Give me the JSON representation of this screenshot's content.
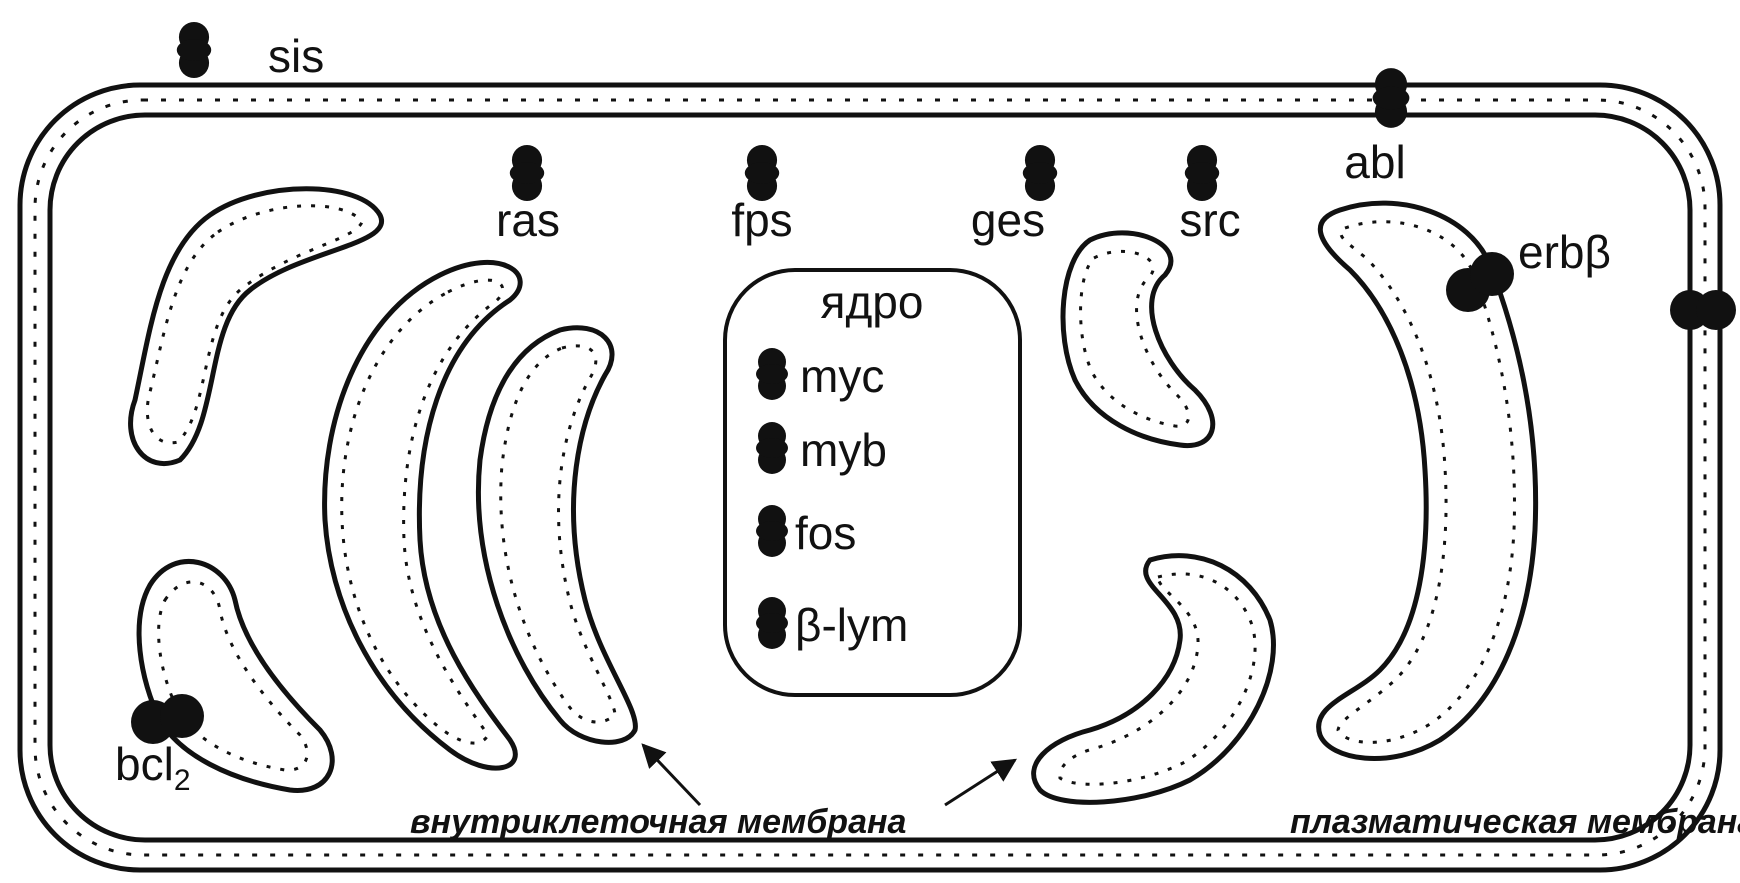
{
  "diagram": {
    "outside_label": "sis",
    "membrane_labels": {
      "abl": "abl",
      "erb": "erbβ",
      "bcl": "bcl",
      "bcl_sub": "2"
    },
    "cytoplasm_labels": [
      "ras",
      "fps",
      "ges",
      "src"
    ],
    "nucleus": {
      "title": "ядро",
      "genes": [
        "myc",
        "myb",
        "fos",
        "β-lym"
      ]
    },
    "captions": {
      "intracellular": "внутриклеточная мембрана",
      "plasma": "плазматическая мембрана"
    },
    "colors": {
      "ink": "#111111",
      "background": "#ffffff"
    }
  }
}
